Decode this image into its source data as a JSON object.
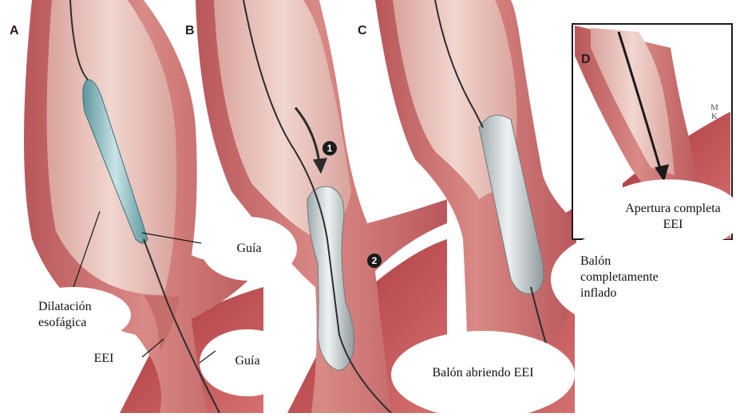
{
  "panels": {
    "a": "A",
    "b": "B",
    "c": "C",
    "d": "D"
  },
  "steps": {
    "one": "1",
    "two": "2"
  },
  "labels": {
    "guia_a": "Guía",
    "dilatacion_line1": "Dilatación",
    "dilatacion_line2": "esofágica",
    "eei_a": "EEI",
    "guia_b": "Guía",
    "balon_abriendo": "Balón abriendo EEI",
    "balon_inflado_line1": "Balón",
    "balon_inflado_line2": "completamente",
    "balon_inflado_line3": "inflado",
    "apertura_line1": "Apertura completa",
    "apertura_line2": "EEI"
  },
  "logo": {
    "line1": "M",
    "line2": "K"
  },
  "colors": {
    "tissue": "#c9696a",
    "tissue_dark": "#9c3b3e",
    "lumen": "#e8bfb8",
    "balloon": "#c9d3d6",
    "dilator": "#7fb1b8",
    "wire": "#2c2c2c"
  }
}
